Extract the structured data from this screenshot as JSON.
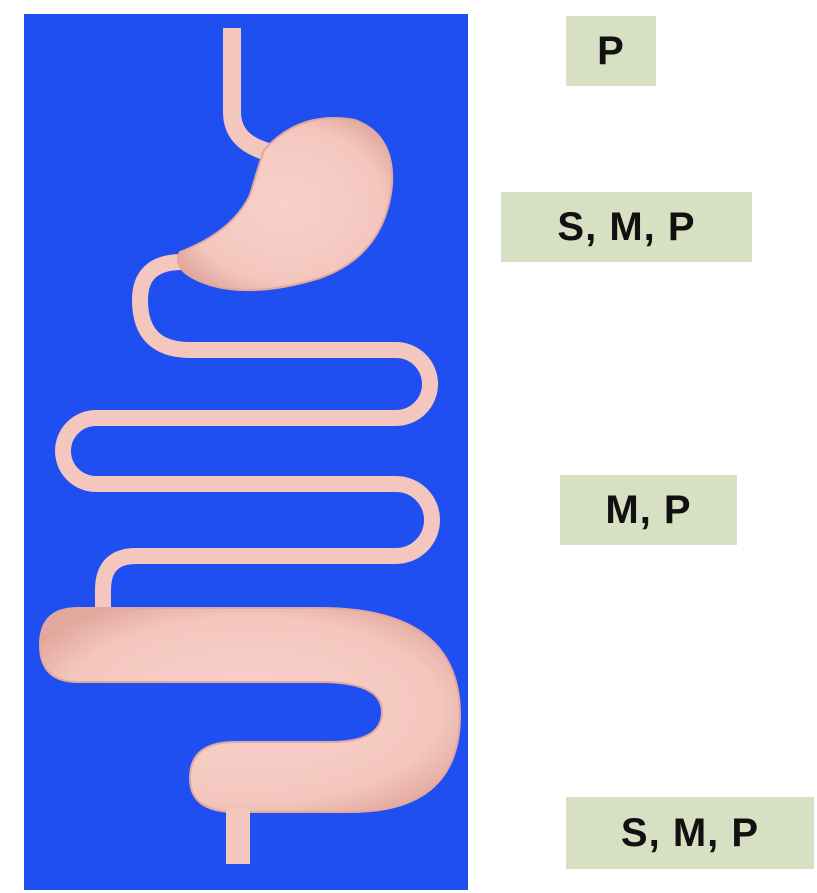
{
  "colors": {
    "panel_background": "#1f4ff0",
    "organ_fill": "#f4c7be",
    "organ_edge": "#d99a90",
    "label_background": "#d8e0c3",
    "label_text": "#111111"
  },
  "diagram": {
    "parts": [
      "esophagus",
      "stomach",
      "small-intestine",
      "large-intestine",
      "rectum"
    ]
  },
  "labels": [
    {
      "text": "P"
    },
    {
      "text": "S, M, P"
    },
    {
      "text": "M, P"
    },
    {
      "text": "S, M, P"
    }
  ]
}
